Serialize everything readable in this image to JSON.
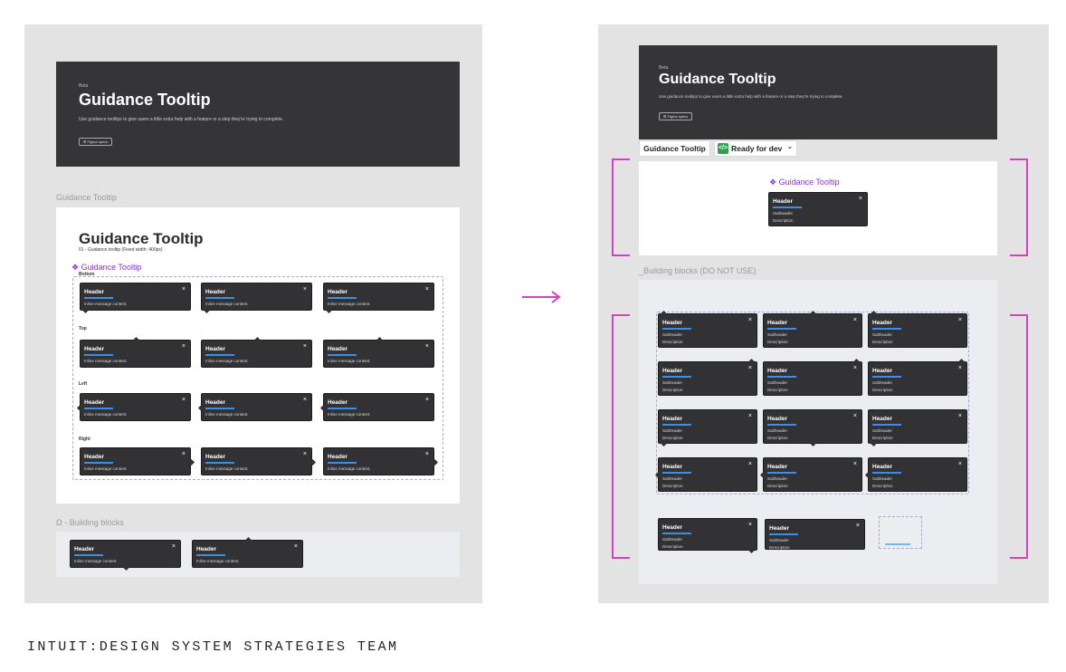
{
  "left": {
    "hero": {
      "eyebrow": "Beta",
      "title": "Guidance Tooltip",
      "description": "Use guidance tooltips to give users a little extra help with a feature or a step they're trying to complete.",
      "button": "⊞ Figma specs"
    },
    "section_label": "Guidance Tooltip",
    "card": {
      "title": "Guidance Tooltip",
      "subtitle": "01 - Guidance tooltip (Fixed width: 400px)",
      "component_label": "❖ Guidance Tooltip",
      "rows": [
        "Bottom",
        "Top",
        "Left",
        "Right"
      ]
    },
    "building_label": "Ω - Building blocks"
  },
  "right": {
    "hero": {
      "eyebrow": "Beta",
      "title": "Guidance Tooltip",
      "description": "Use guidance tooltips to give users a little extra help with a feature or a step they're trying to complete.",
      "button": "⊞ Figma specs"
    },
    "tag_name": "Guidance Tooltip",
    "status": "Ready for dev",
    "status_icon": "</>",
    "component_label": "❖ Guidance Tooltip",
    "building_label": "_Building blocks (DO NOT USE)"
  },
  "tooltip": {
    "header": "Header",
    "body": "Inline message content.",
    "subheader": "Subheader",
    "description": "Description",
    "close": "×"
  },
  "footer": "INTUIT:DESIGN SYSTEM STRATEGIES TEAM",
  "colors": {
    "accent": "#d63ec4",
    "purple": "#8d2fe0",
    "tooltip_bg": "#323235",
    "link_blue": "#3a8fe8",
    "ready_green": "#2fa14f"
  }
}
